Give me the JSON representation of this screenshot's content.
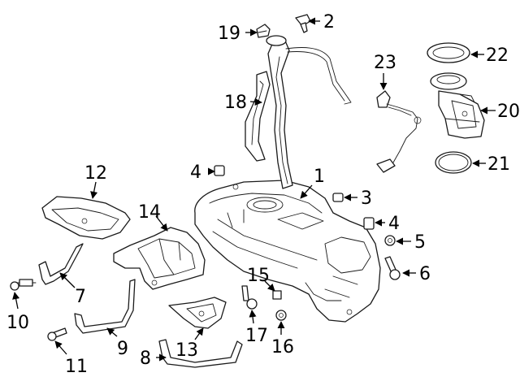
{
  "diagram": {
    "callouts": [
      {
        "id": "c1",
        "text": "1"
      },
      {
        "id": "c2",
        "text": "2"
      },
      {
        "id": "c3",
        "text": "3"
      },
      {
        "id": "c4a",
        "text": "4"
      },
      {
        "id": "c4b",
        "text": "4"
      },
      {
        "id": "c5",
        "text": "5"
      },
      {
        "id": "c6",
        "text": "6"
      },
      {
        "id": "c7",
        "text": "7"
      },
      {
        "id": "c8",
        "text": "8"
      },
      {
        "id": "c9",
        "text": "9"
      },
      {
        "id": "c10",
        "text": "10"
      },
      {
        "id": "c11",
        "text": "11"
      },
      {
        "id": "c12",
        "text": "12"
      },
      {
        "id": "c13",
        "text": "13"
      },
      {
        "id": "c14",
        "text": "14"
      },
      {
        "id": "c15",
        "text": "15"
      },
      {
        "id": "c16",
        "text": "16"
      },
      {
        "id": "c17",
        "text": "17"
      },
      {
        "id": "c18",
        "text": "18"
      },
      {
        "id": "c19",
        "text": "19"
      },
      {
        "id": "c20",
        "text": "20"
      },
      {
        "id": "c21",
        "text": "21"
      },
      {
        "id": "c22",
        "text": "22"
      },
      {
        "id": "c23",
        "text": "23"
      }
    ],
    "colors": {
      "line": "#1a1a1a",
      "background": "#ffffff"
    }
  }
}
